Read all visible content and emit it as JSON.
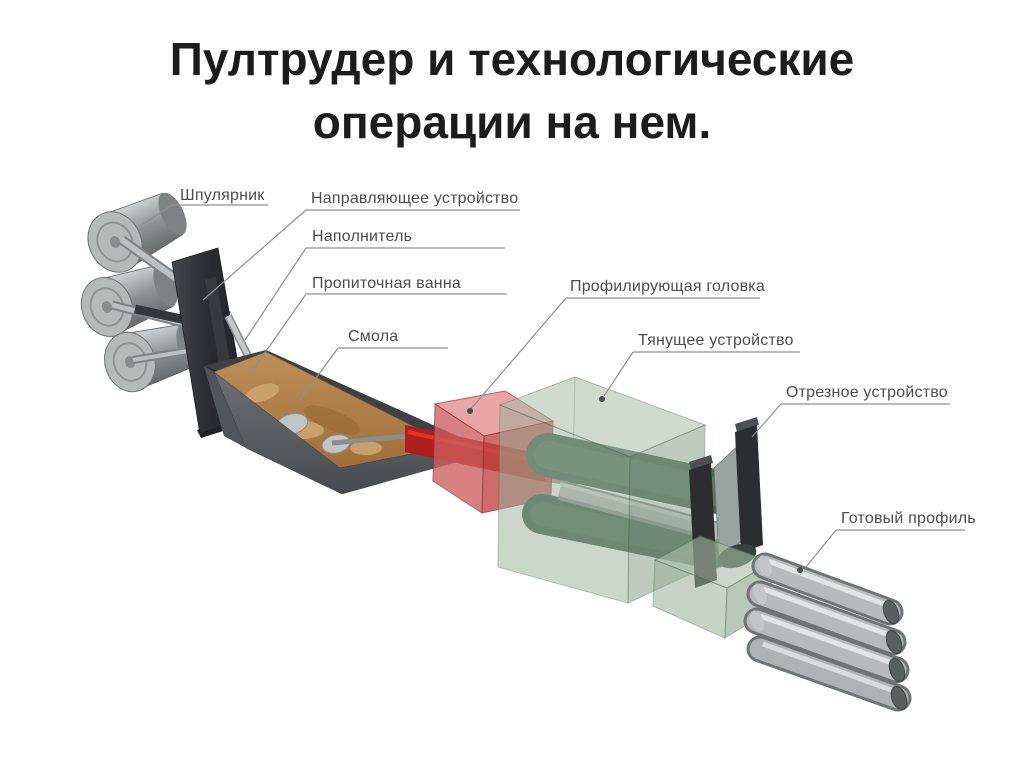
{
  "title": {
    "line1": "Пултрудер и технологические",
    "line2": "операции на нем."
  },
  "diagram": {
    "labels": [
      {
        "id": "creel",
        "text": "Шпулярник"
      },
      {
        "id": "guiding-device",
        "text": "Направляющее устройство"
      },
      {
        "id": "filler",
        "text": "Наполнитель"
      },
      {
        "id": "impregnation-bath",
        "text": "Пропиточная ванна"
      },
      {
        "id": "resin",
        "text": "Смола"
      },
      {
        "id": "profiling-head",
        "text": "Профилирующая головка"
      },
      {
        "id": "pulling-device",
        "text": "Тянущее устройство"
      },
      {
        "id": "cutting-device",
        "text": "Отрезное устройство"
      },
      {
        "id": "finished-profile",
        "text": "Готовый профиль"
      }
    ],
    "colors": {
      "title_text": "#1c1c1c",
      "label_text": "#4d4d4d",
      "leader_line": "#8f8f8f",
      "profiling_head": "#c34a4a",
      "core_red": "#b01d1d",
      "pulling_device_green": "#a3baa3",
      "resin_tan": "#b28350",
      "metal_gray": "#9aa0a0",
      "dark_parts": "#2c2e30"
    }
  }
}
